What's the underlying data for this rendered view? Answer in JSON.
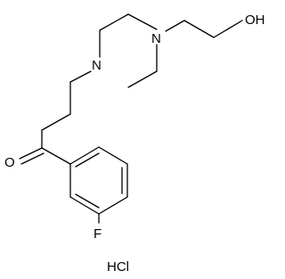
{
  "molecule": {
    "atom_labels": {
      "n_upper": "N",
      "n_lower": "N",
      "hydroxyl": "OH",
      "carbonyl_o": "O",
      "fluorine": "F"
    },
    "salt": "HCl"
  }
}
